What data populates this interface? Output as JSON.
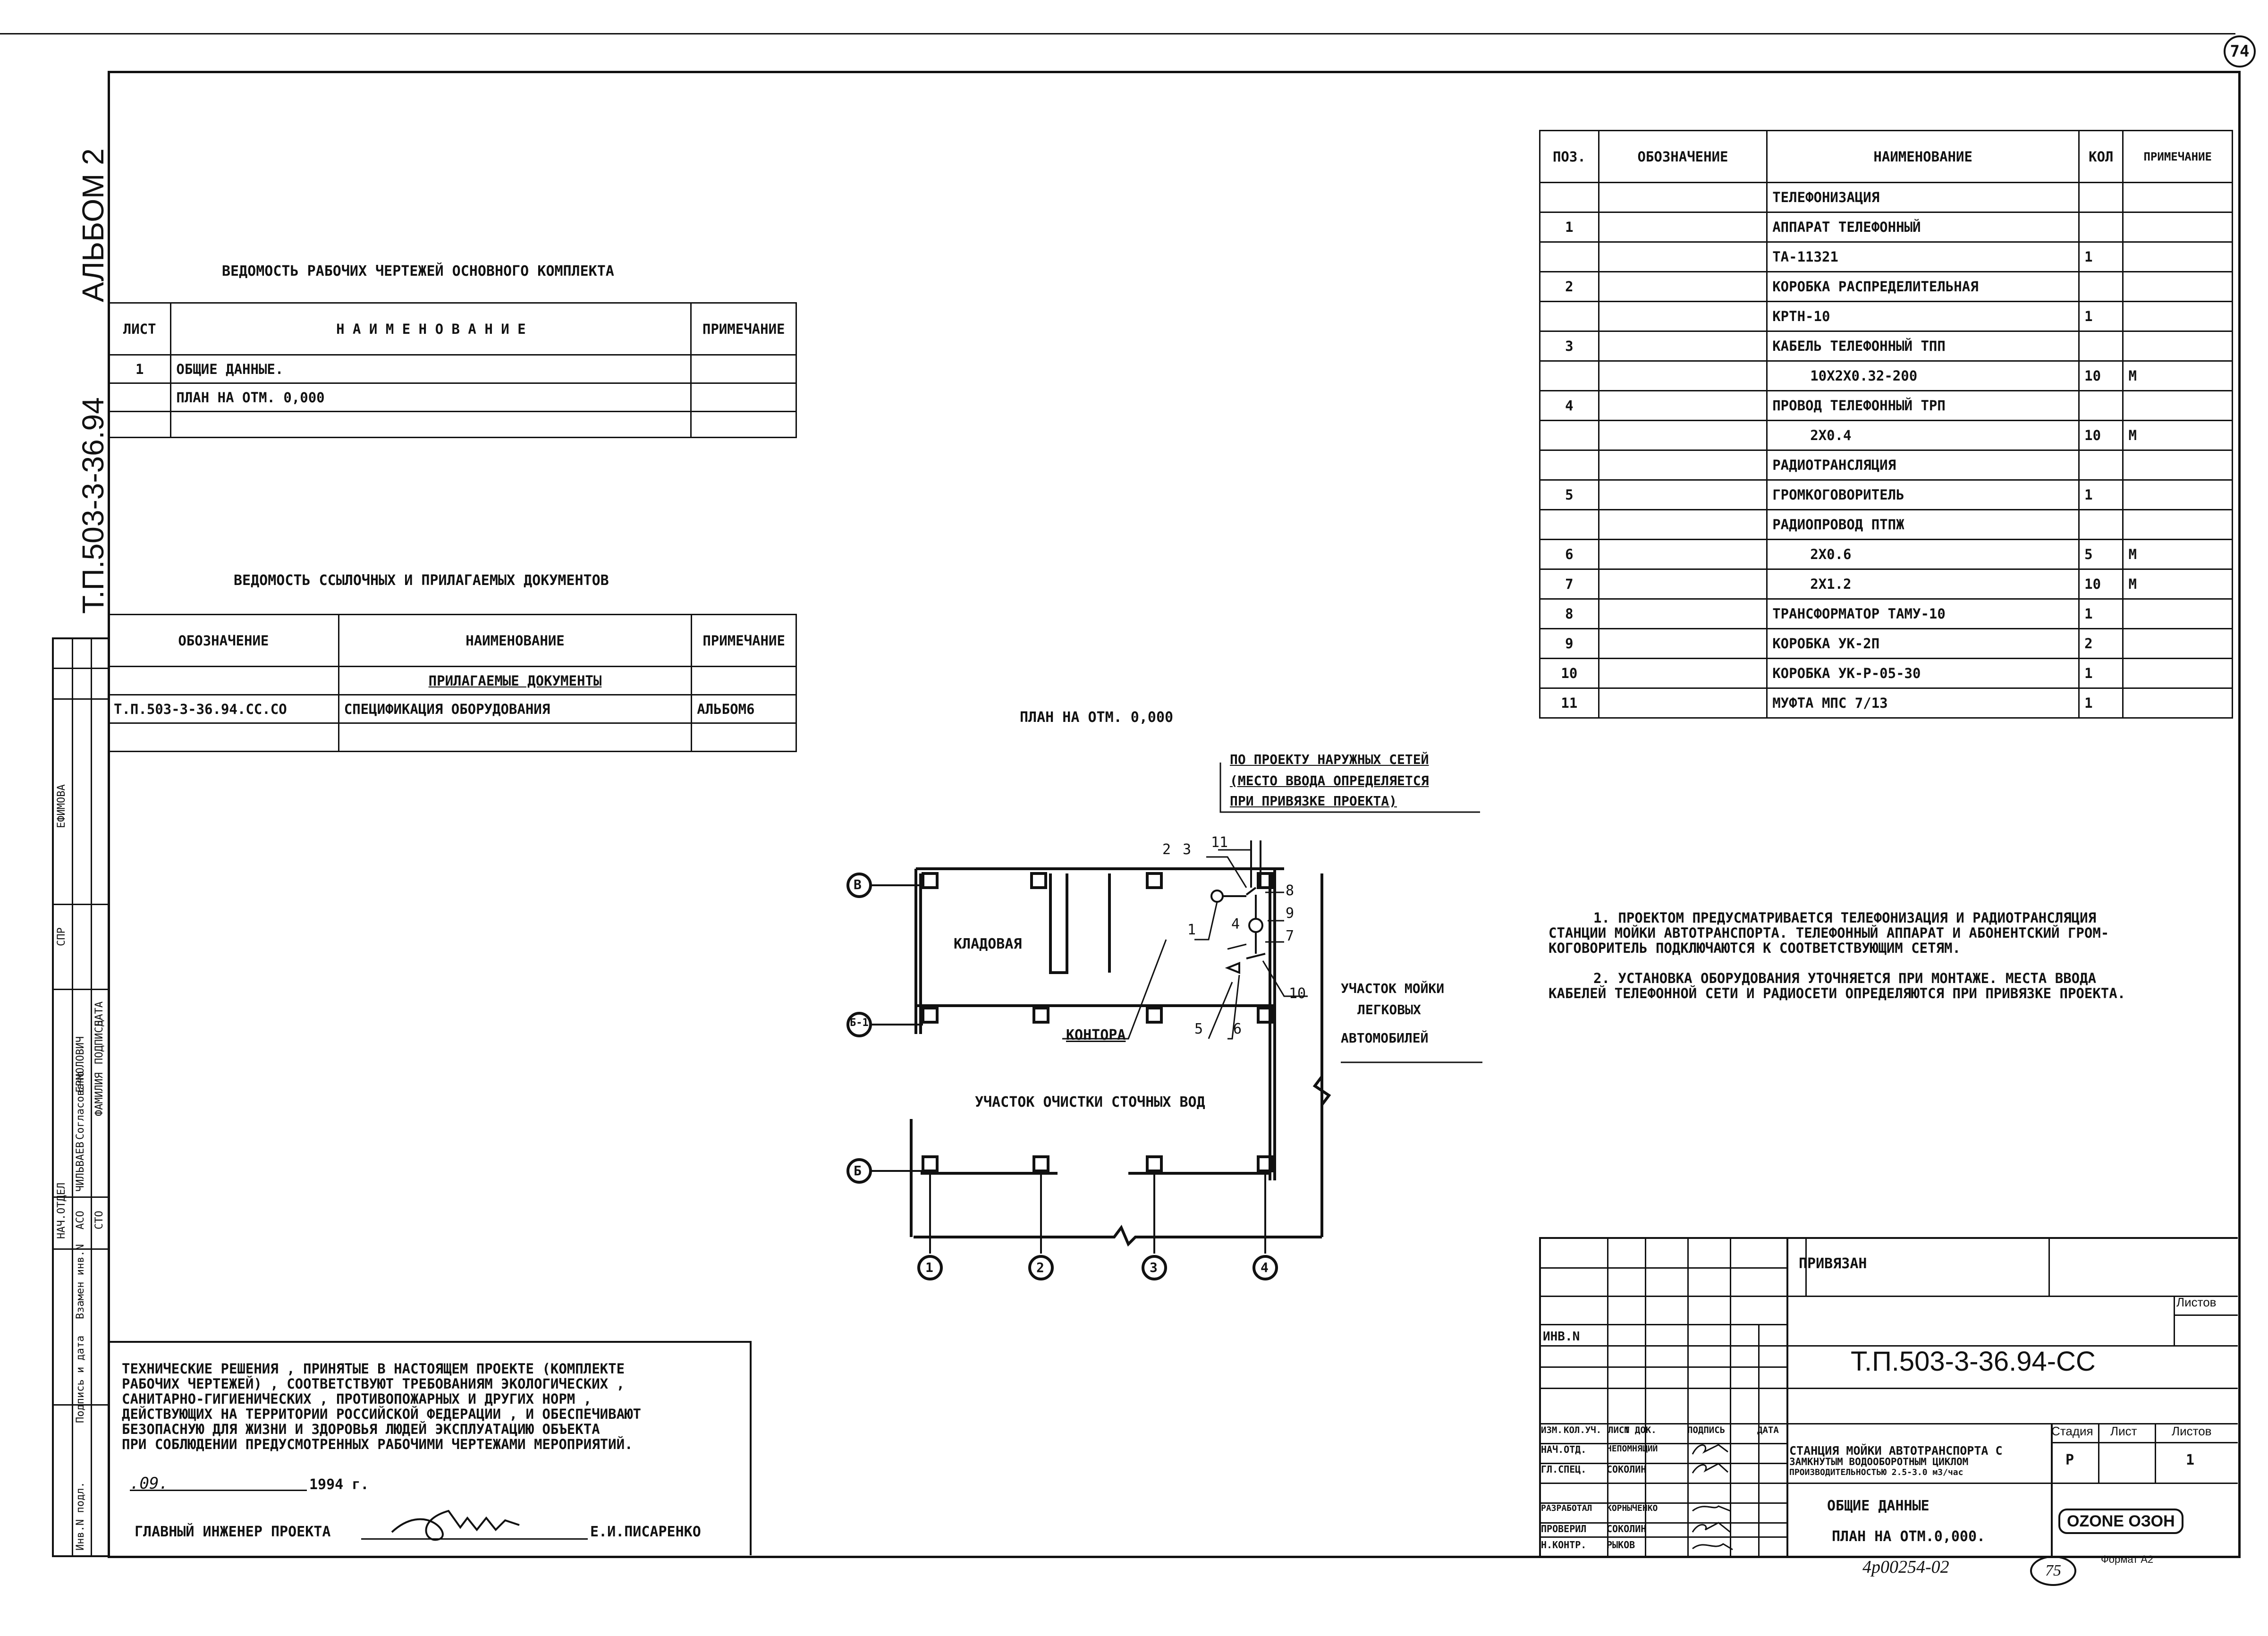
{
  "sheet": {
    "sheet_number": "74",
    "album_label": "АЛЬБОМ 2",
    "project_code_side": "Т.П.503-3-36.94",
    "bottom_handwritten": "4р00254-02",
    "bottom_circle_number": "75",
    "format": "Формат А2"
  },
  "drawings_list": {
    "title": "ВЕДОМОСТЬ РАБОЧИХ ЧЕРТЕЖЕЙ ОСНОВНОГО КОМПЛЕКТА",
    "headers": [
      "ЛИСТ",
      "Н А И М Е Н О В А Н И Е",
      "ПРИМЕЧАНИЕ"
    ],
    "rows": [
      [
        "1",
        "ОБЩИЕ ДАННЫЕ.",
        ""
      ],
      [
        "",
        "ПЛАН НА ОТМ. 0,000",
        ""
      ],
      [
        "",
        "",
        ""
      ]
    ]
  },
  "docs_list": {
    "title": "ВЕДОМОСТЬ ССЫЛОЧНЫХ И ПРИЛАГАЕМЫХ ДОКУМЕНТОВ",
    "headers": [
      "ОБОЗНАЧЕНИЕ",
      "НАИМЕНОВАНИЕ",
      "ПРИМЕЧАНИЕ"
    ],
    "subheader": "ПРИЛАГАЕМЫЕ ДОКУМЕНТЫ",
    "rows": [
      [
        "Т.П.503-3-36.94.СС.СО",
        "СПЕЦИФИКАЦИЯ ОБОРУДОВАНИЯ",
        "АЛЬБОМ6"
      ],
      [
        "",
        "",
        ""
      ]
    ]
  },
  "spec": {
    "headers": [
      "ПОЗ.",
      "ОБОЗНАЧЕНИЕ",
      "НАИМЕНОВАНИЕ",
      "КОЛ",
      "ПРИМЕЧАНИЕ"
    ],
    "rows": [
      [
        "",
        "",
        "ТЕЛЕФОНИЗАЦИЯ",
        "",
        ""
      ],
      [
        "1",
        "",
        "АППАРАТ ТЕЛЕФОННЫЙ",
        "",
        ""
      ],
      [
        "",
        "",
        "ТА-11321",
        "1",
        ""
      ],
      [
        "2",
        "",
        "КОРОБКА РАСПРЕДЕЛИТЕЛЬНАЯ",
        "",
        ""
      ],
      [
        "",
        "",
        "КРТН-10",
        "1",
        ""
      ],
      [
        "3",
        "",
        "КАБЕЛЬ ТЕЛЕФОННЫЙ ТПП",
        "",
        ""
      ],
      [
        "",
        "",
        "10Х2Х0.32-200",
        "10",
        "М"
      ],
      [
        "4",
        "",
        "ПРОВОД ТЕЛЕФОННЫЙ ТРП",
        "",
        ""
      ],
      [
        "",
        "",
        "2Х0.4",
        "10",
        "М"
      ],
      [
        "",
        "",
        "РАДИОТРАНСЛЯЦИЯ",
        "",
        ""
      ],
      [
        "5",
        "",
        "ГРОМКОГОВОРИТЕЛЬ",
        "1",
        ""
      ],
      [
        "",
        "",
        "РАДИОПРОВОД ПТПЖ",
        "",
        ""
      ],
      [
        "6",
        "",
        "2Х0.6",
        "5",
        "М"
      ],
      [
        "7",
        "",
        "2Х1.2",
        "10",
        "М"
      ],
      [
        "8",
        "",
        "ТРАНСФОРМАТОР ТАМУ-10",
        "1",
        ""
      ],
      [
        "9",
        "",
        "КОРОБКА УК-2П",
        "2",
        ""
      ],
      [
        "10",
        "",
        "КОРОБКА УК-Р-05-30",
        "1",
        ""
      ],
      [
        "11",
        "",
        "МУФТА МПС 7/13",
        "1",
        ""
      ]
    ]
  },
  "notes": {
    "line1": "1. ПРОЕКТОМ ПРЕДУСМАТРИВАЕТСЯ ТЕЛЕФОНИЗАЦИЯ И РАДИОТРАНСЛЯЦИЯ",
    "line2": "СТАНЦИИ МОЙКИ АВТОТРАНСПОРТА. ТЕЛЕФОННЫЙ АППАРАТ И АБОНЕНТСКИЙ ГРОМ-",
    "line3": "КОГОВОРИТЕЛЬ ПОДКЛЮЧАЮТСЯ К СООТВЕТСТВУЮЩИМ СЕТЯМ.",
    "line4": "2. УСТАНОВКА ОБОРУДОВАНИЯ УТОЧНЯЕТСЯ ПРИ МОНТАЖЕ. МЕСТА ВВОДА",
    "line5": "КАБЕЛЕЙ ТЕЛЕФОННОЙ СЕТИ И РАДИОСЕТИ ОПРЕДЕЛЯЮТСЯ ПРИ ПРИВЯЗКЕ ПРОЕКТА."
  },
  "plan": {
    "title": "ПЛАН НА ОТМ. 0,000",
    "ext_note1": "ПО ПРОЕКТУ НАРУЖНЫХ СЕТЕЙ",
    "ext_note2": "(МЕСТО ВВОДА ОПРЕДЕЛЯЕТСЯ",
    "ext_note3": "ПРИ ПРИВЯЗКЕ ПРОЕКТА)",
    "room_storage": "КЛАДОВАЯ",
    "room_office": "КОНТОРА",
    "room_wash1": "УЧАСТОК МОЙКИ",
    "room_wash2": "ЛЕГКОВЫХ",
    "room_wash3": "АВТОМОБИЛЕЙ",
    "room_treatment": "УЧАСТОК ОЧИСТКИ СТОЧНЫХ ВОД",
    "axis_rows": [
      "В",
      "Б-1",
      "Б"
    ],
    "axis_cols": [
      "1",
      "2",
      "3",
      "4"
    ],
    "callouts": [
      "1",
      "2",
      "3",
      "4",
      "5",
      "6",
      "7",
      "8",
      "9",
      "10",
      "11"
    ]
  },
  "tech_statement": {
    "line1": "ТЕХНИЧЕСКИЕ РЕШЕНИЯ , ПРИНЯТЫЕ В НАСТОЯЩЕМ ПРОЕКТЕ (КОМПЛЕКТЕ",
    "line2": "РАБОЧИХ ЧЕРТЕЖЕЙ) , СООТВЕТСТВУЮТ ТРЕБОВАНИЯМ ЭКОЛОГИЧЕСКИХ ,",
    "line3": "САНИТАРНО-ГИГИЕНИЧЕСКИХ , ПРОТИВОПОЖАРНЫХ И ДРУГИХ НОРМ ,",
    "line4": "ДЕЙСТВУЮЩИХ НА ТЕРРИТОРИИ РОССИЙСКОЙ ФЕДЕРАЦИИ , И ОБЕСПЕЧИВАЮТ",
    "line5": "БЕЗОПАСНУЮ ДЛЯ ЖИЗНИ И ЗДОРОВЬЯ ЛЮДЕЙ ЭКСПЛУАТАЦИЮ ОБЪЕКТА",
    "line6": "ПРИ СОБЛЮДЕНИИ ПРЕДУСМОТРЕННЫХ РАБОЧИМИ ЧЕРТЕЖАМИ МЕРОПРИЯТИЙ.",
    "date_day": ".09.",
    "date_year": "1994 г.",
    "chief_label": "ГЛАВНЫЙ ИНЖЕНЕР ПРОЕКТА",
    "chief_name": "Е.И.ПИСАРЕНКО"
  },
  "title_block": {
    "privyazan": "ПРИВЯЗАН",
    "inv": "ИНВ.N",
    "listov_top": "Листов",
    "code": "Т.П.503-3-36.94-СС",
    "col_izm": "ИЗМ.",
    "col_kol": "КОЛ.УЧ.",
    "col_list": "ЛИСТ",
    "col_doc": "N ДОК.",
    "col_sign": "ПОДПИСЬ",
    "col_date": "ДАТА",
    "roles": [
      [
        "НАЧ.ОТД.",
        "НЕПОМНЯЩИЙ"
      ],
      [
        "ГЛ.СПЕЦ.",
        "СОКОЛИН"
      ],
      [
        "",
        ""
      ],
      [
        "РАЗРАБОТАЛ",
        "КОРНЫЧЕНКО"
      ],
      [
        "ПРОВЕРИЛ",
        "СОКОЛИН"
      ],
      [
        "Н.КОНТР.",
        "РЫКОВ"
      ]
    ],
    "object1": "СТАНЦИЯ МОЙКИ АВТОТРАНСПОРТА С",
    "object2": "ЗАМКНУТЫМ ВОДООБОРОТНЫМ ЦИКЛОМ",
    "object3": "ПРОИЗВОДИТЕЛЬНОСТЬЮ 2.5-3.0 м3/час",
    "stage_label": "Стадия",
    "sheet_label": "Лист",
    "sheets_label": "Листов",
    "stage": "Р",
    "sheets": "1",
    "doc1": "ОБЩИЕ ДАННЫЕ",
    "doc2": "ПЛАН НА ОТМ.0,000.",
    "logo": "OZONE ОЗОН"
  },
  "side_stamp": {
    "sogl": "Согласовано",
    "cols": [
      "ФАМИЛИЯ",
      "ПОДПИСЬ",
      "ДАТА"
    ],
    "rows": [
      "НАЧ.ОТДЕЛ",
      "АСО",
      "СТО"
    ],
    "names": [
      "ЕРМОЛОВИЧ",
      "ЧИЛЬВАЕВ"
    ],
    "spr": "СПР",
    "efimova": "ЕФИМОВА",
    "inv_orig": "Инв.N подл.",
    "sign_date": "Подпись и дата",
    "vzam": "Взамен инв.N"
  },
  "colors": {
    "ink": "#111111",
    "paper": "#ffffff"
  }
}
